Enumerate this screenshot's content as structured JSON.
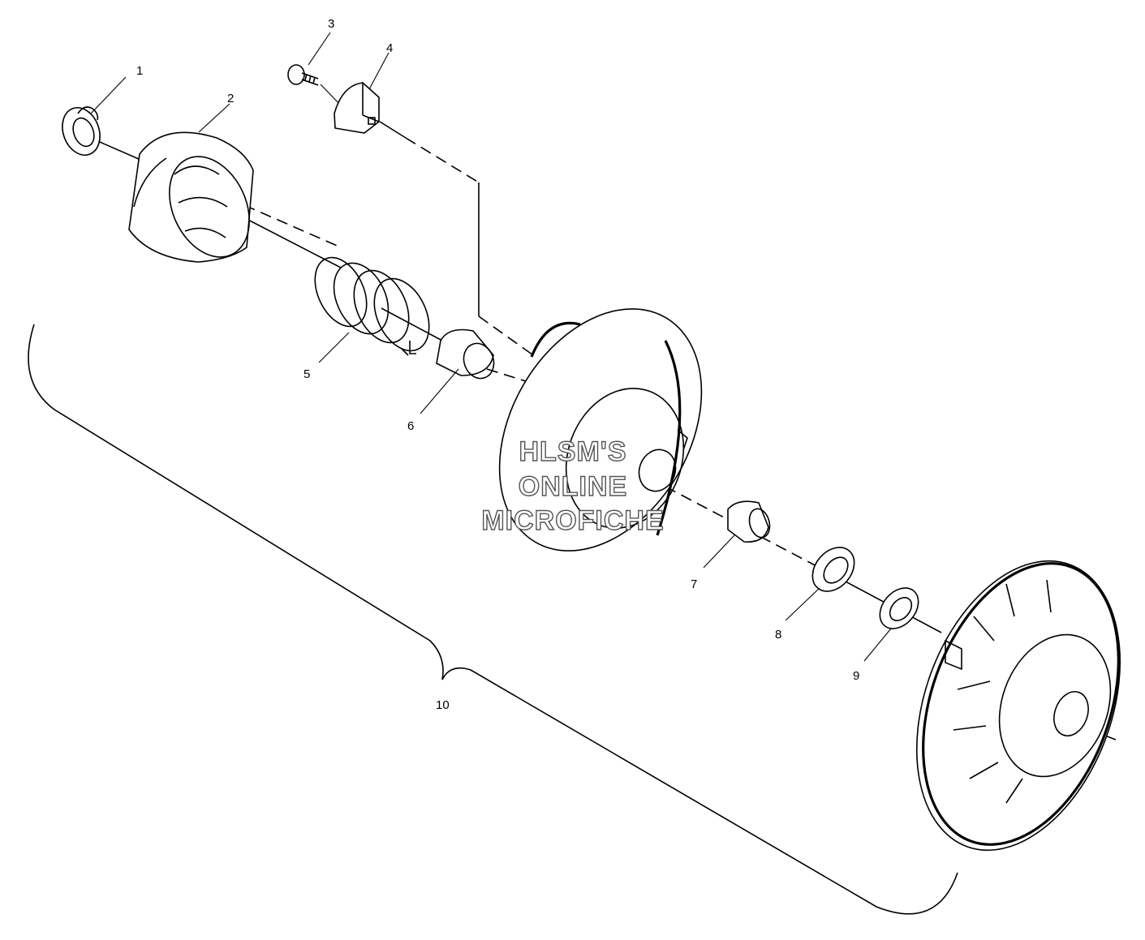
{
  "callouts": [
    {
      "id": "1",
      "label": "1"
    },
    {
      "id": "2",
      "label": "2"
    },
    {
      "id": "3",
      "label": "3"
    },
    {
      "id": "4",
      "label": "4"
    },
    {
      "id": "5",
      "label": "5"
    },
    {
      "id": "6",
      "label": "6"
    },
    {
      "id": "7",
      "label": "7"
    },
    {
      "id": "8",
      "label": "8"
    },
    {
      "id": "9",
      "label": "9"
    },
    {
      "id": "10",
      "label": "10"
    }
  ],
  "watermark": {
    "line1": "HLSM'S",
    "line2": "ONLINE",
    "line3": "MICROFICHE"
  }
}
